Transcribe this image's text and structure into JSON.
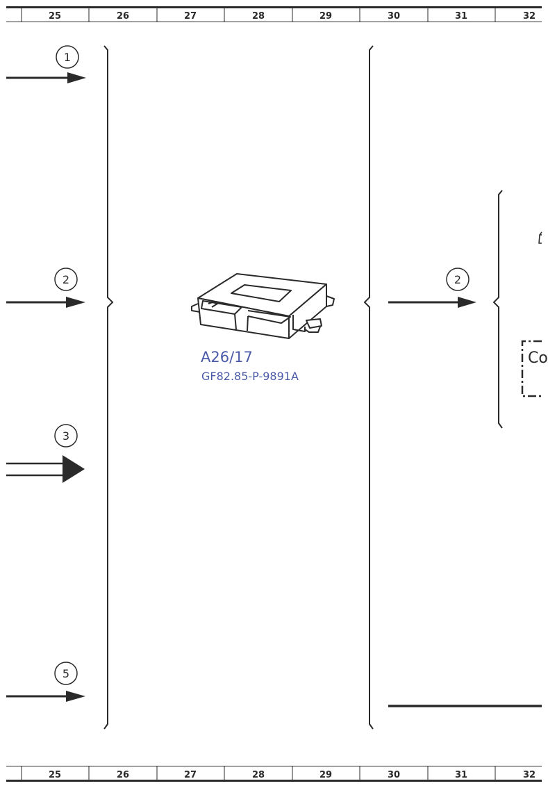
{
  "ruler": {
    "columns": [
      "25",
      "26",
      "27",
      "28",
      "29",
      "30",
      "31",
      "32"
    ]
  },
  "callouts": {
    "c1": "1",
    "c2_left": "2",
    "c3": "3",
    "c5": "5",
    "c2_right": "2"
  },
  "component": {
    "code": "A26/17",
    "reference": "GF82.85-P-9891A"
  },
  "cropped_box": {
    "text": "Co"
  },
  "colors": {
    "line": "#2a2a2a",
    "label": "#4a5aa8"
  }
}
